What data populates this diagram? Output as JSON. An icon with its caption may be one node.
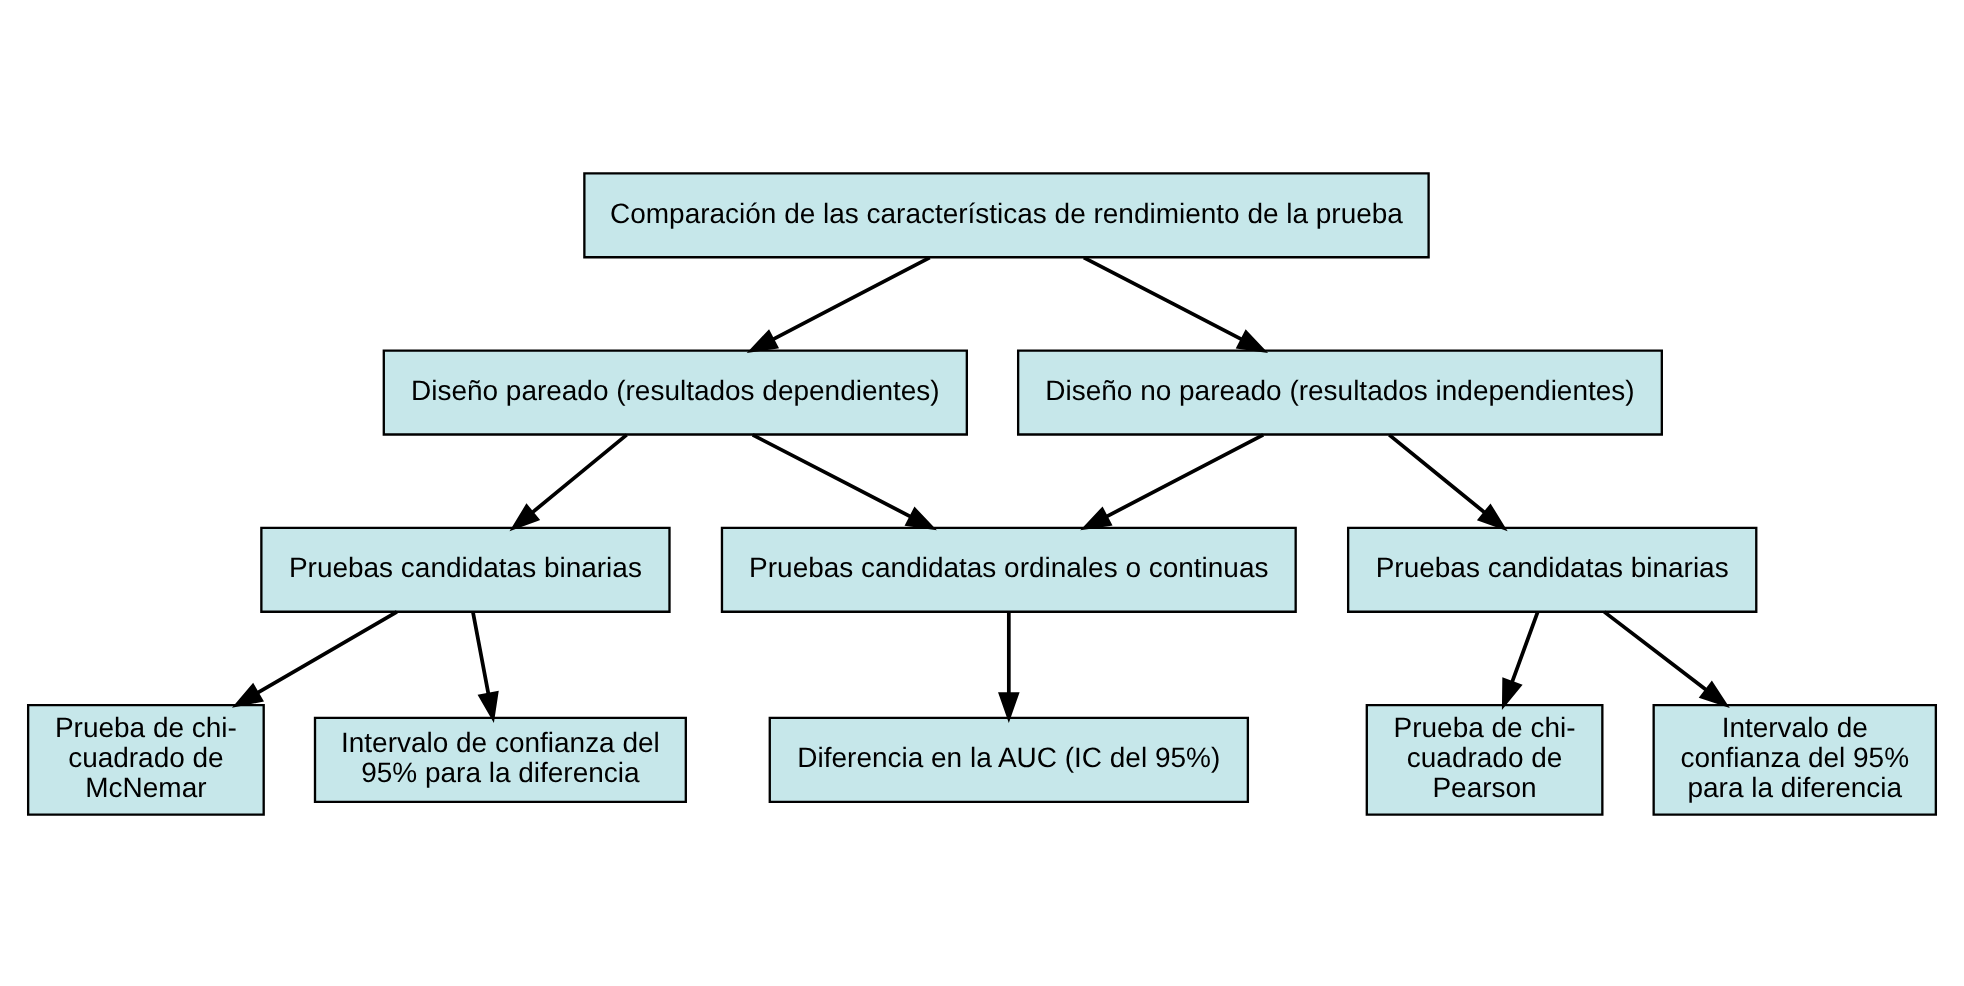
{
  "diagram": {
    "nodes": [
      {
        "text": [
          "Comparación de las características de rendimiento de la prueba"
        ]
      },
      {
        "text": [
          "Diseño pareado (resultados dependientes)"
        ]
      },
      {
        "text": [
          "Diseño no pareado (resultados independientes)"
        ]
      },
      {
        "text": [
          "Pruebas candidatas binarias"
        ]
      },
      {
        "text": [
          "Pruebas candidatas ordinales o continuas"
        ]
      },
      {
        "text": [
          "Pruebas candidatas binarias"
        ]
      },
      {
        "text": [
          "Prueba de chi-cuadrado de McNemar"
        ]
      },
      {
        "text": [
          "Intervalo de confianza del 95% para la diferencia"
        ]
      },
      {
        "text": [
          "Prueba de chi-cuadrado de Pearson"
        ]
      },
      {
        "text": [
          "Intervalo de confianza del 95% para la diferencia"
        ]
      },
      {
        "text": [
          "Diferencia en la AUC (IC del 95%)"
        ]
      }
    ],
    "edges": [
      {
        "from": 0,
        "to": 1,
        "arrow": "to"
      },
      {
        "from": 0,
        "to": 2,
        "arrow": "to"
      },
      {
        "from": 1,
        "to": 3,
        "arrow": "to"
      },
      {
        "from": 1,
        "to": 4,
        "arrow": "to"
      },
      {
        "from": 2,
        "to": 4,
        "arrow": "to"
      },
      {
        "from": 2,
        "to": 5,
        "arrow": "to"
      },
      {
        "from": 3,
        "to": 6,
        "arrow": "to"
      },
      {
        "from": 3,
        "to": 7,
        "arrow": "to"
      },
      {
        "from": 4,
        "to": 10,
        "arrow": "to"
      },
      {
        "from": 5,
        "to": 8,
        "arrow": "to"
      },
      {
        "from": 5,
        "to": 9,
        "arrow": "to"
      }
    ]
  }
}
